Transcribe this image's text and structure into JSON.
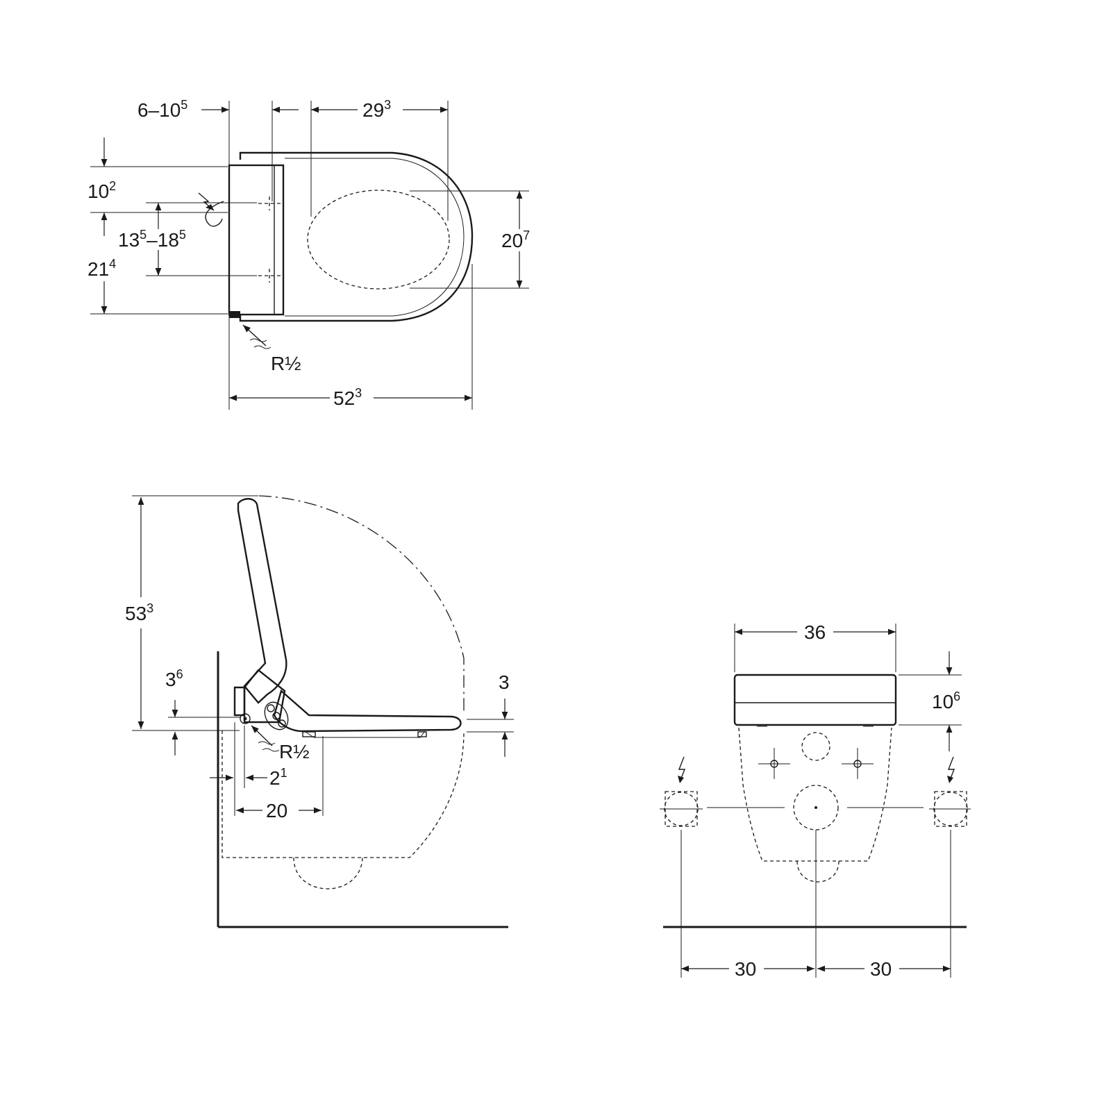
{
  "colors": {
    "line": "#1a1a1a",
    "background": "#ffffff"
  },
  "top_view": {
    "dim_offset": {
      "main": "6–10",
      "sup": "5"
    },
    "dim_seat_width": {
      "main": "29",
      "sup": "3"
    },
    "dim_top": {
      "main": "10",
      "sup": "2"
    },
    "dim_fix_range": {
      "main_a": "13",
      "sup_a": "5",
      "dash": "–18",
      "sup_b": "5"
    },
    "dim_lower": {
      "main": "21",
      "sup": "4"
    },
    "dim_bowl": {
      "main": "20",
      "sup": "7"
    },
    "dim_length": {
      "main": "52",
      "sup": "3"
    },
    "water_label": "R½",
    "icons": [
      "power-icon",
      "water-inlet-arrow-icon"
    ]
  },
  "side_view": {
    "dim_height": {
      "main": "53",
      "sup": "3"
    },
    "dim_seat": {
      "main": "3",
      "sup": "6"
    },
    "dim_seat_thickness": {
      "main": "3",
      "sup": ""
    },
    "dim_inlet_offset": {
      "main": "2",
      "sup": "1"
    },
    "dim_depth": {
      "main": "20",
      "sup": ""
    },
    "water_label": "R½"
  },
  "front_view": {
    "dim_width": {
      "main": "36",
      "sup": ""
    },
    "dim_height": {
      "main": "10",
      "sup": "6"
    },
    "dim_left": {
      "main": "30",
      "sup": ""
    },
    "dim_right": {
      "main": "30",
      "sup": ""
    },
    "icons": [
      "power-icon-left",
      "power-icon-right"
    ]
  }
}
